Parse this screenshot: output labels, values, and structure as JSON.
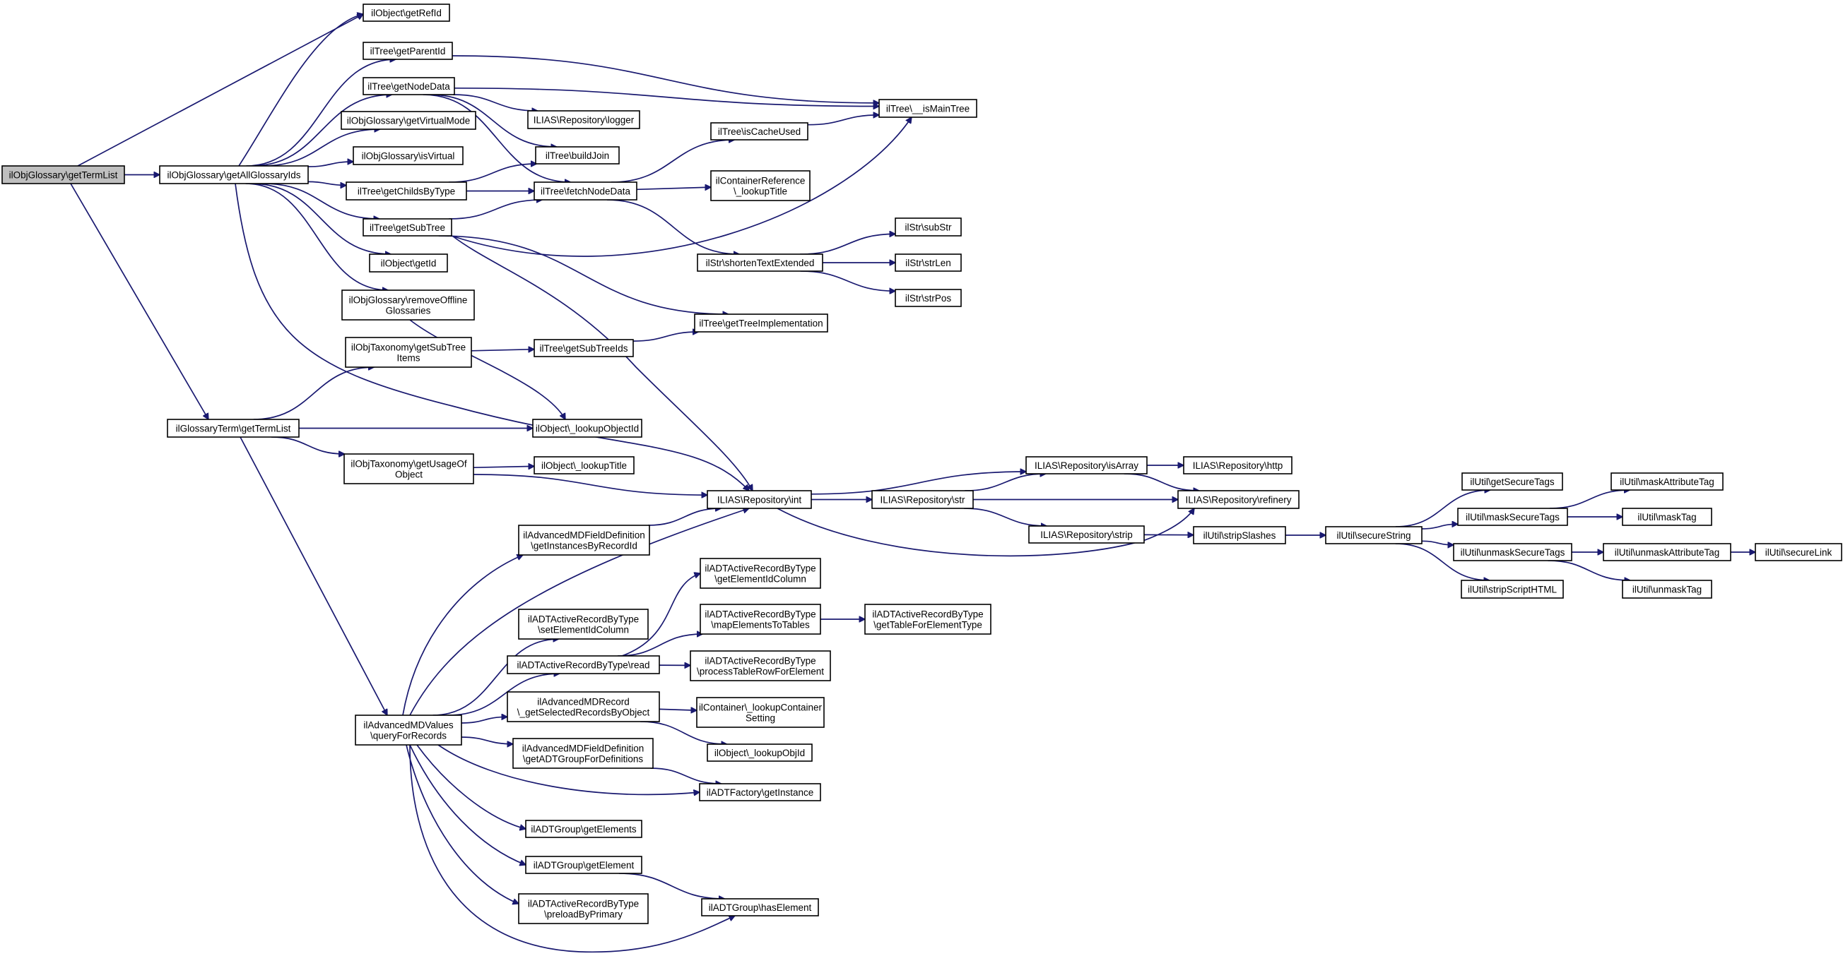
{
  "nodes": [
    {
      "id": "n_getTermList_obj",
      "lines": [
        "ilObjGlossary\\getTermList"
      ],
      "root": true
    },
    {
      "id": "n_getAllGlossaryIds",
      "lines": [
        "ilObjGlossary\\getAllGlossaryIds"
      ]
    },
    {
      "id": "n_getRefId",
      "lines": [
        "ilObject\\getRefId"
      ]
    },
    {
      "id": "n_getParentId",
      "lines": [
        "ilTree\\getParentId"
      ]
    },
    {
      "id": "n_getNodeData",
      "lines": [
        "ilTree\\getNodeData"
      ]
    },
    {
      "id": "n_getVirtualMode",
      "lines": [
        "ilObjGlossary\\getVirtualMode"
      ]
    },
    {
      "id": "n_isVirtual",
      "lines": [
        "ilObjGlossary\\isVirtual"
      ]
    },
    {
      "id": "n_getChildsByType",
      "lines": [
        "ilTree\\getChildsByType"
      ]
    },
    {
      "id": "n_getSubTree",
      "lines": [
        "ilTree\\getSubTree"
      ]
    },
    {
      "id": "n_getId",
      "lines": [
        "ilObject\\getId"
      ]
    },
    {
      "id": "n_removeOffline",
      "lines": [
        "ilObjGlossary\\removeOffline",
        "Glossaries"
      ]
    },
    {
      "id": "n_isMainTree",
      "lines": [
        "ilTree\\__isMainTree"
      ]
    },
    {
      "id": "n_logger",
      "lines": [
        "ILIAS\\Repository\\logger"
      ]
    },
    {
      "id": "n_buildJoin",
      "lines": [
        "ilTree\\buildJoin"
      ]
    },
    {
      "id": "n_fetchNodeData",
      "lines": [
        "ilTree\\fetchNodeData"
      ]
    },
    {
      "id": "n_isCacheUsed",
      "lines": [
        "ilTree\\isCacheUsed"
      ]
    },
    {
      "id": "n_lookupTitleCont",
      "lines": [
        "ilContainerReference",
        "\\_lookupTitle"
      ]
    },
    {
      "id": "n_shortenText",
      "lines": [
        "ilStr\\shortenTextExtended"
      ]
    },
    {
      "id": "n_subStr",
      "lines": [
        "ilStr\\subStr"
      ]
    },
    {
      "id": "n_strLen",
      "lines": [
        "ilStr\\strLen"
      ]
    },
    {
      "id": "n_strPos",
      "lines": [
        "ilStr\\strPos"
      ]
    },
    {
      "id": "n_getTreeImpl",
      "lines": [
        "ilTree\\getTreeImplementation"
      ]
    },
    {
      "id": "n_getSubTreeItems",
      "lines": [
        "ilObjTaxonomy\\getSubTree",
        "Items"
      ]
    },
    {
      "id": "n_getSubTreeIds",
      "lines": [
        "ilTree\\getSubTreeIds"
      ]
    },
    {
      "id": "n_glossTermList",
      "lines": [
        "ilGlossaryTerm\\getTermList"
      ]
    },
    {
      "id": "n_lookupObjectId",
      "lines": [
        "ilObject\\_lookupObjectId"
      ]
    },
    {
      "id": "n_getUsageOf",
      "lines": [
        "ilObjTaxonomy\\getUsageOf",
        "Object"
      ]
    },
    {
      "id": "n_lookupTitle",
      "lines": [
        "ilObject\\_lookupTitle"
      ]
    },
    {
      "id": "n_repoInt",
      "lines": [
        "ILIAS\\Repository\\int"
      ]
    },
    {
      "id": "n_repoStr",
      "lines": [
        "ILIAS\\Repository\\str"
      ]
    },
    {
      "id": "n_repoIsArray",
      "lines": [
        "ILIAS\\Repository\\isArray"
      ]
    },
    {
      "id": "n_repoHttp",
      "lines": [
        "ILIAS\\Repository\\http"
      ]
    },
    {
      "id": "n_repoRefinery",
      "lines": [
        "ILIAS\\Repository\\refinery"
      ]
    },
    {
      "id": "n_repoStrip",
      "lines": [
        "ILIAS\\Repository\\strip"
      ]
    },
    {
      "id": "n_stripSlashes",
      "lines": [
        "ilUtil\\stripSlashes"
      ]
    },
    {
      "id": "n_secureString",
      "lines": [
        "ilUtil\\secureString"
      ]
    },
    {
      "id": "n_getSecureTags",
      "lines": [
        "ilUtil\\getSecureTags"
      ]
    },
    {
      "id": "n_maskSecureTags",
      "lines": [
        "ilUtil\\maskSecureTags"
      ]
    },
    {
      "id": "n_unmaskSecureTags",
      "lines": [
        "ilUtil\\unmaskSecureTags"
      ]
    },
    {
      "id": "n_stripScriptHTML",
      "lines": [
        "ilUtil\\stripScriptHTML"
      ]
    },
    {
      "id": "n_maskAttributeTag",
      "lines": [
        "ilUtil\\maskAttributeTag"
      ]
    },
    {
      "id": "n_maskTag",
      "lines": [
        "ilUtil\\maskTag"
      ]
    },
    {
      "id": "n_unmaskAttributeTag",
      "lines": [
        "ilUtil\\unmaskAttributeTag"
      ]
    },
    {
      "id": "n_secureLink",
      "lines": [
        "ilUtil\\secureLink"
      ]
    },
    {
      "id": "n_unmaskTag",
      "lines": [
        "ilUtil\\unmaskTag"
      ]
    },
    {
      "id": "n_getInstancesByRecordId",
      "lines": [
        "ilAdvancedMDFieldDefinition",
        "\\getInstancesByRecordId"
      ]
    },
    {
      "id": "n_getElementIdColumn",
      "lines": [
        "ilADTActiveRecordByType",
        "\\getElementIdColumn"
      ]
    },
    {
      "id": "n_setElementIdColumn",
      "lines": [
        "ilADTActiveRecordByType",
        "\\setElementIdColumn"
      ]
    },
    {
      "id": "n_mapElementsToTables",
      "lines": [
        "ilADTActiveRecordByType",
        "\\mapElementsToTables"
      ]
    },
    {
      "id": "n_getTableForElementType",
      "lines": [
        "ilADTActiveRecordByType",
        "\\getTableForElementType"
      ]
    },
    {
      "id": "n_read",
      "lines": [
        "ilADTActiveRecordByType\\read"
      ]
    },
    {
      "id": "n_processTableRow",
      "lines": [
        "ilADTActiveRecordByType",
        "\\processTableRowForElement"
      ]
    },
    {
      "id": "n_queryForRecords",
      "lines": [
        "ilAdvancedMDValues",
        "\\queryForRecords"
      ]
    },
    {
      "id": "n_getSelectedRecords",
      "lines": [
        "ilAdvancedMDRecord",
        "\\_getSelectedRecordsByObject"
      ]
    },
    {
      "id": "n_lookupContainerSetting",
      "lines": [
        "ilContainer\\_lookupContainer",
        "Setting"
      ]
    },
    {
      "id": "n_lookupObjId",
      "lines": [
        "ilObject\\_lookupObjId"
      ]
    },
    {
      "id": "n_getADTGroupForDefs",
      "lines": [
        "ilAdvancedMDFieldDefinition",
        "\\getADTGroupForDefinitions"
      ]
    },
    {
      "id": "n_getInstance",
      "lines": [
        "ilADTFactory\\getInstance"
      ]
    },
    {
      "id": "n_getElements",
      "lines": [
        "ilADTGroup\\getElements"
      ]
    },
    {
      "id": "n_getElement",
      "lines": [
        "ilADTGroup\\getElement"
      ]
    },
    {
      "id": "n_preloadByPrimary",
      "lines": [
        "ilADTActiveRecordByType",
        "\\preloadByPrimary"
      ]
    },
    {
      "id": "n_hasElement",
      "lines": [
        "ilADTGroup\\hasElement"
      ]
    }
  ],
  "edges": [
    [
      "n_getTermList_obj",
      "n_getRefId"
    ],
    [
      "n_getTermList_obj",
      "n_getAllGlossaryIds"
    ],
    [
      "n_getTermList_obj",
      "n_glossTermList"
    ],
    [
      "n_getAllGlossaryIds",
      "n_getRefId"
    ],
    [
      "n_getAllGlossaryIds",
      "n_getParentId"
    ],
    [
      "n_getAllGlossaryIds",
      "n_getNodeData"
    ],
    [
      "n_getAllGlossaryIds",
      "n_getVirtualMode"
    ],
    [
      "n_getAllGlossaryIds",
      "n_isVirtual"
    ],
    [
      "n_getAllGlossaryIds",
      "n_getChildsByType"
    ],
    [
      "n_getAllGlossaryIds",
      "n_getSubTree"
    ],
    [
      "n_getAllGlossaryIds",
      "n_getId"
    ],
    [
      "n_getAllGlossaryIds",
      "n_removeOffline"
    ],
    [
      "n_getAllGlossaryIds",
      "n_repoInt"
    ],
    [
      "n_getParentId",
      "n_isMainTree"
    ],
    [
      "n_getNodeData",
      "n_isMainTree"
    ],
    [
      "n_getNodeData",
      "n_logger"
    ],
    [
      "n_getNodeData",
      "n_buildJoin"
    ],
    [
      "n_getNodeData",
      "n_fetchNodeData"
    ],
    [
      "n_getChildsByType",
      "n_buildJoin"
    ],
    [
      "n_getChildsByType",
      "n_fetchNodeData"
    ],
    [
      "n_getSubTree",
      "n_fetchNodeData"
    ],
    [
      "n_getSubTree",
      "n_isMainTree"
    ],
    [
      "n_getSubTree",
      "n_getTreeImpl"
    ],
    [
      "n_getSubTree",
      "n_repoInt"
    ],
    [
      "n_fetchNodeData",
      "n_isCacheUsed"
    ],
    [
      "n_fetchNodeData",
      "n_lookupTitleCont"
    ],
    [
      "n_fetchNodeData",
      "n_shortenText"
    ],
    [
      "n_isCacheUsed",
      "n_isMainTree"
    ],
    [
      "n_shortenText",
      "n_subStr"
    ],
    [
      "n_shortenText",
      "n_strLen"
    ],
    [
      "n_shortenText",
      "n_strPos"
    ],
    [
      "n_removeOffline",
      "n_lookupObjectId"
    ],
    [
      "n_getSubTreeItems",
      "n_getSubTreeIds"
    ],
    [
      "n_getSubTreeIds",
      "n_getTreeImpl"
    ],
    [
      "n_glossTermList",
      "n_getSubTreeItems"
    ],
    [
      "n_glossTermList",
      "n_lookupObjectId"
    ],
    [
      "n_glossTermList",
      "n_getUsageOf"
    ],
    [
      "n_glossTermList",
      "n_queryForRecords"
    ],
    [
      "n_getUsageOf",
      "n_lookupTitle"
    ],
    [
      "n_getUsageOf",
      "n_repoInt"
    ],
    [
      "n_repoInt",
      "n_repoIsArray"
    ],
    [
      "n_repoInt",
      "n_repoStr"
    ],
    [
      "n_repoInt",
      "n_repoRefinery"
    ],
    [
      "n_repoStr",
      "n_repoIsArray"
    ],
    [
      "n_repoStr",
      "n_repoRefinery"
    ],
    [
      "n_repoStr",
      "n_repoStrip"
    ],
    [
      "n_repoIsArray",
      "n_repoHttp"
    ],
    [
      "n_repoIsArray",
      "n_repoRefinery"
    ],
    [
      "n_repoStrip",
      "n_stripSlashes"
    ],
    [
      "n_stripSlashes",
      "n_secureString"
    ],
    [
      "n_secureString",
      "n_getSecureTags"
    ],
    [
      "n_secureString",
      "n_maskSecureTags"
    ],
    [
      "n_secureString",
      "n_unmaskSecureTags"
    ],
    [
      "n_secureString",
      "n_stripScriptHTML"
    ],
    [
      "n_maskSecureTags",
      "n_maskAttributeTag"
    ],
    [
      "n_maskSecureTags",
      "n_maskTag"
    ],
    [
      "n_unmaskSecureTags",
      "n_unmaskAttributeTag"
    ],
    [
      "n_unmaskSecureTags",
      "n_unmaskTag"
    ],
    [
      "n_unmaskAttributeTag",
      "n_secureLink"
    ],
    [
      "n_getInstancesByRecordId",
      "n_repoInt"
    ],
    [
      "n_read",
      "n_getElementIdColumn"
    ],
    [
      "n_read",
      "n_mapElementsToTables"
    ],
    [
      "n_read",
      "n_processTableRow"
    ],
    [
      "n_mapElementsToTables",
      "n_getTableForElementType"
    ],
    [
      "n_queryForRecords",
      "n_getInstancesByRecordId"
    ],
    [
      "n_queryForRecords",
      "n_repoInt"
    ],
    [
      "n_queryForRecords",
      "n_setElementIdColumn"
    ],
    [
      "n_queryForRecords",
      "n_read"
    ],
    [
      "n_queryForRecords",
      "n_getSelectedRecords"
    ],
    [
      "n_queryForRecords",
      "n_getADTGroupForDefs"
    ],
    [
      "n_queryForRecords",
      "n_getInstance"
    ],
    [
      "n_queryForRecords",
      "n_getElements"
    ],
    [
      "n_queryForRecords",
      "n_getElement"
    ],
    [
      "n_queryForRecords",
      "n_preloadByPrimary"
    ],
    [
      "n_queryForRecords",
      "n_hasElement"
    ],
    [
      "n_getSelectedRecords",
      "n_lookupContainerSetting"
    ],
    [
      "n_getSelectedRecords",
      "n_lookupObjId"
    ],
    [
      "n_getADTGroupForDefs",
      "n_getInstance"
    ],
    [
      "n_getElement",
      "n_hasElement"
    ]
  ],
  "colors": {
    "edge": "#191970",
    "root_fill": "#bfbfbf",
    "node_fill": "#ffffff",
    "node_stroke": "#000000"
  }
}
